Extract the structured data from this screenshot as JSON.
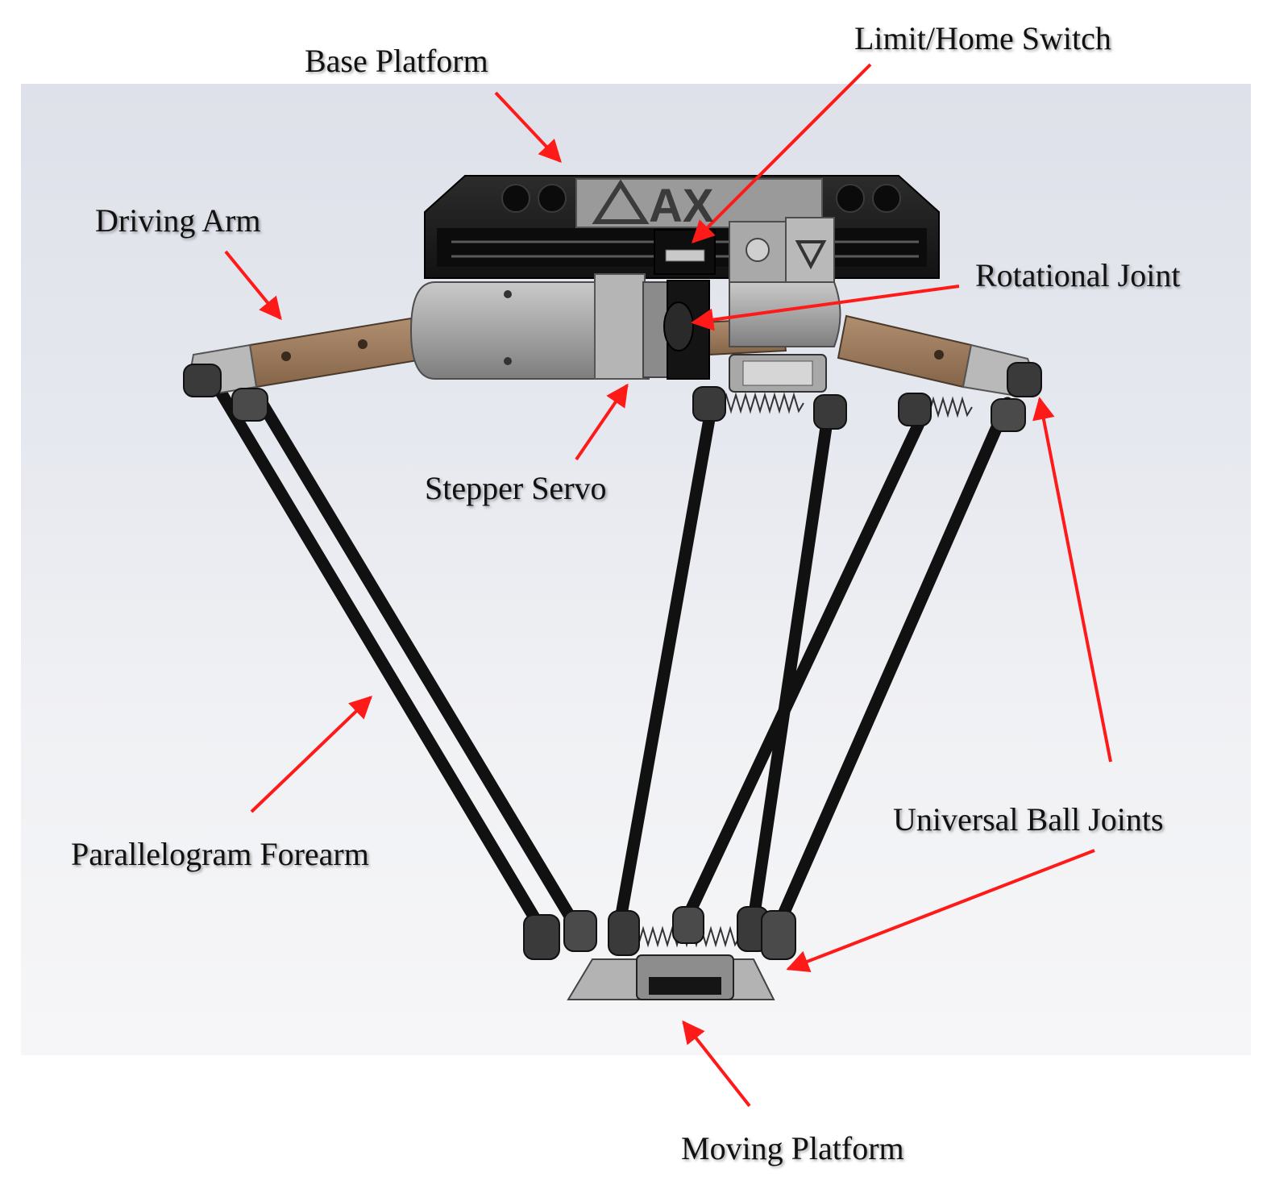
{
  "figure": {
    "labels": {
      "base_platform": "Base Platform",
      "limit_home_switch": "Limit/Home Switch",
      "driving_arm": "Driving Arm",
      "rotational_joint": "Rotational Joint",
      "stepper_servo": "Stepper Servo",
      "parallelogram_forearm": "Parallelogram Forearm",
      "universal_ball_joints": "Universal Ball Joints",
      "moving_platform": "Moving Platform"
    },
    "logo_text": "AX",
    "colors": {
      "arrow": "#ff1a1a",
      "base_body": "#1c1c1c",
      "aluminum": "#a7a7a7",
      "driving_arm_wood": "#9b7a5c",
      "rod": "#111111",
      "background_top": "#dfe1ea",
      "background_bottom": "#f6f6f8"
    }
  }
}
